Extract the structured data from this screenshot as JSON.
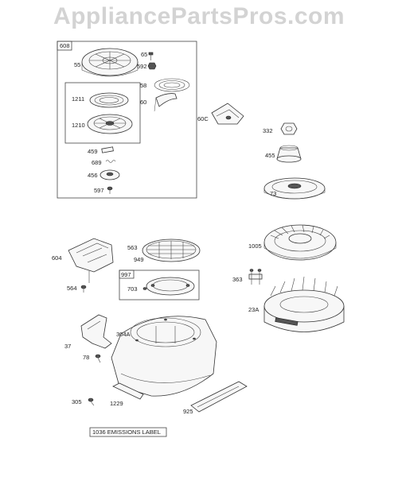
{
  "watermark": "AppliancePartsPros.com",
  "groups": {
    "g608": "608",
    "g997": "997"
  },
  "labels": {
    "p55": "55",
    "p65": "65",
    "p592": "592",
    "p58": "58",
    "p60": "60",
    "p1211": "1211",
    "p1210": "1210",
    "p459": "459",
    "p689": "689",
    "p456": "456",
    "p597": "597",
    "p60C": "60C",
    "p332": "332",
    "p455": "455",
    "p73": "73",
    "p604": "604",
    "p563": "563",
    "p949": "949",
    "p703": "703",
    "p564": "564",
    "p1005": "1005",
    "p363": "363",
    "p23A": "23A",
    "p37": "37",
    "p304A": "304A",
    "p78": "78",
    "p305": "305",
    "p1229": "1229",
    "p925": "925"
  },
  "emissions_label": "1036 EMISSIONS LABEL"
}
